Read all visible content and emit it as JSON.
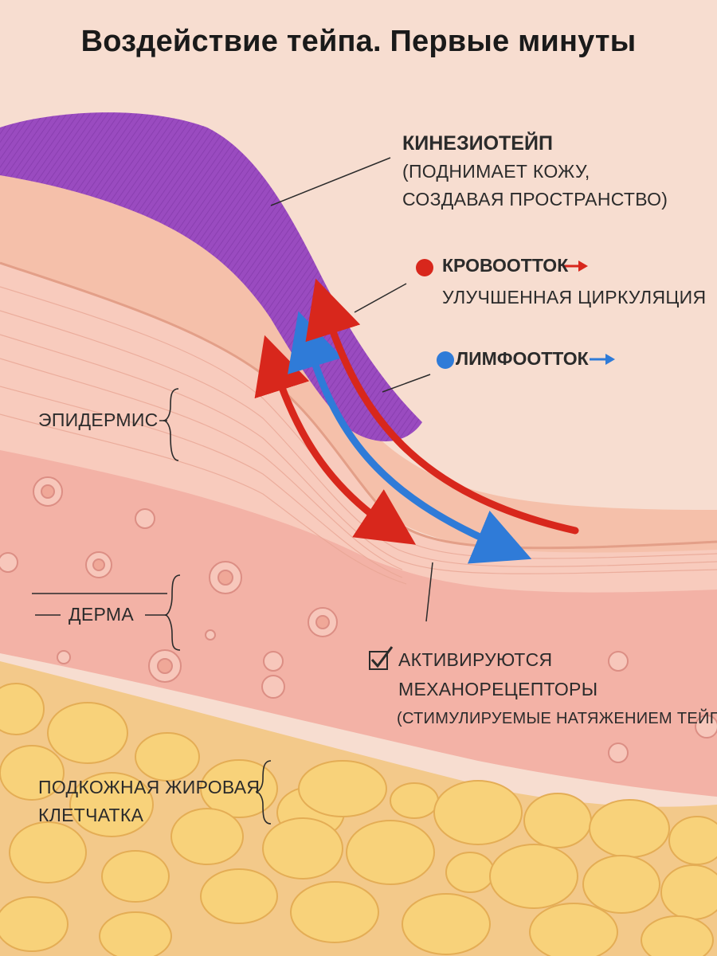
{
  "title": "Воздействие тейпа. Первые минуты",
  "tape": {
    "name": "КИНЕЗИОТЕЙП",
    "desc_line1": "(ПОДНИМАЕТ КОЖУ,",
    "desc_line2": "СОЗДАВАЯ ПРОСТРАНСТВО)"
  },
  "blood": {
    "name": "КРОВООТТОК",
    "desc": "УЛУЧШЕННАЯ ЦИРКУЛЯЦИЯ",
    "color": "#d8271c"
  },
  "lymph": {
    "name": "ЛИМФООТТОК",
    "color": "#2f7bd8"
  },
  "layers": {
    "epidermis": "ЭПИДЕРМИС",
    "dermis": "ДЕРМА",
    "fat_line1": "ПОДКОЖНАЯ ЖИРОВАЯ",
    "fat_line2": "КЛЕТЧАТКА"
  },
  "receptors": {
    "line1": "АКТИВИРУЮТСЯ",
    "line2": "МЕХАНОРЕЦЕПТОРЫ",
    "line3": "(СТИМУЛИРУЕМЫЕ НАТЯЖЕНИЕМ ТЕЙПА)",
    "check_icon": "checkbox-checked-icon"
  },
  "colors": {
    "background": "#f7ddd0",
    "tape": "#9a4bc0",
    "dermis": "#f3b4aa",
    "fat": "#f6cf78"
  }
}
